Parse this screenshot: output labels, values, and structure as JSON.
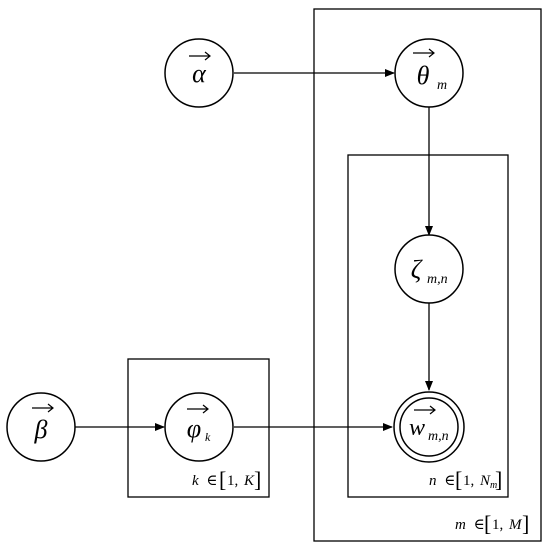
{
  "nodes": {
    "alpha": {
      "symbol": "α",
      "subscript": ""
    },
    "theta": {
      "symbol": "θ",
      "subscript": "m"
    },
    "zeta": {
      "symbol": "ζ",
      "subscript": "m,n"
    },
    "w": {
      "symbol": "w",
      "subscript": "m,n"
    },
    "beta": {
      "symbol": "β",
      "subscript": ""
    },
    "phi": {
      "symbol": "φ",
      "subscript": "k"
    }
  },
  "plates": {
    "topic_plate": {
      "var": "k",
      "in": "∈",
      "lower": "1",
      "sep": ",",
      "upper": "K",
      "upper_sub": ""
    },
    "word_plate": {
      "var": "n",
      "in": "∈",
      "lower": "1",
      "sep": ",",
      "upper": "N",
      "upper_sub": "m"
    },
    "doc_plate": {
      "var": "m",
      "in": "∈",
      "lower": "1",
      "sep": ",",
      "upper": "M",
      "upper_sub": ""
    }
  }
}
